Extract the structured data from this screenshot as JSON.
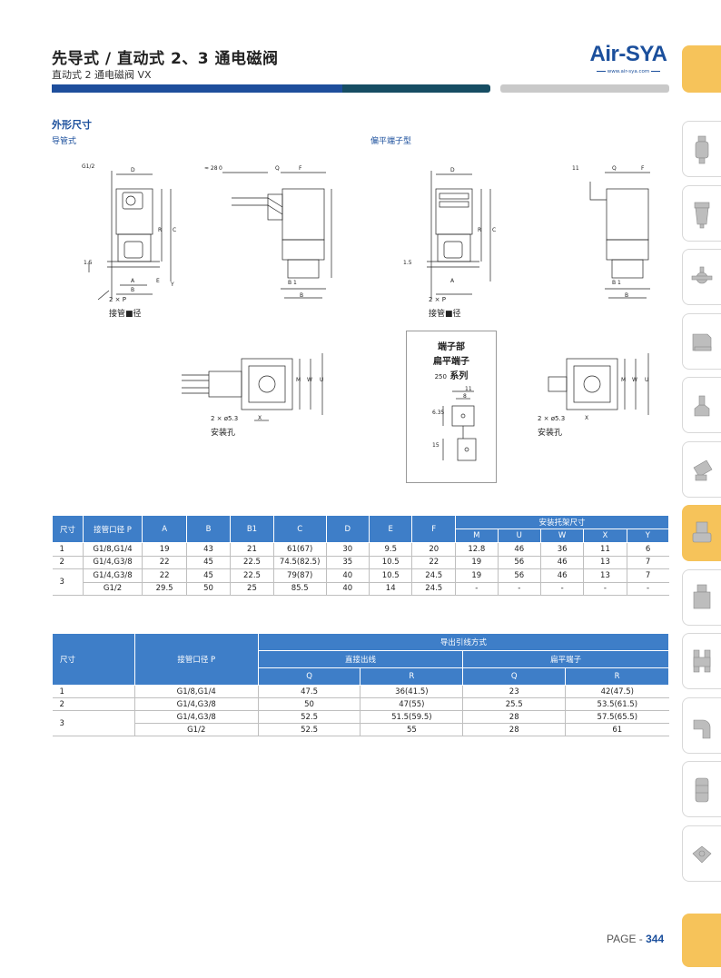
{
  "header": {
    "title": "先导式 / 直动式 2、3 通电磁阀",
    "subtitle": "直动式 2 通电磁阀 VX",
    "brand": "Air-SYA",
    "brand_url": "www.air-sya.com",
    "colors": {
      "blue": "#1e4e9c",
      "teal": "#164d63",
      "gray": "#c9c9c9",
      "tab_yellow": "#f6c35a",
      "table_header": "#3e7ec8"
    }
  },
  "section": {
    "title": "外形尺寸",
    "left_subtitle": "导管式",
    "right_subtitle": "偏平端子型"
  },
  "drawing_labels": {
    "g12": "G1/2",
    "d": "D",
    "approx28": "≈ 28",
    "zero": "0",
    "q": "Q",
    "f": "F",
    "eleven": "11",
    "r": "R",
    "c": "C",
    "e": "E",
    "y": "Y",
    "a": "A",
    "b": "B",
    "b1": "B 1",
    "m": "M",
    "w": "W",
    "u": "U",
    "x": "X",
    "one5": "1.5",
    "two_p": "2 × P",
    "pipe_dia": "接管■径",
    "mount_hole_size": "2 × ø5.3",
    "mount_hole": "安装孔",
    "terminal_title1": "端子部",
    "terminal_title2": "扁平端子",
    "terminal_size": "250",
    "terminal_series": "系列",
    "dim_11": "11",
    "dim_8": "8",
    "dim_635": "6.35",
    "dim_15": "15"
  },
  "table1": {
    "headers": [
      "尺寸",
      "接管口径 P",
      "A",
      "B",
      "B1",
      "C",
      "D",
      "E",
      "F"
    ],
    "group_header": "安装托架尺寸",
    "sub_headers": [
      "M",
      "U",
      "W",
      "X",
      "Y"
    ],
    "rows": [
      [
        "1",
        "G1/8,G1/4",
        "19",
        "43",
        "21",
        "61(67)",
        "30",
        "9.5",
        "20",
        "12.8",
        "46",
        "36",
        "11",
        "6"
      ],
      [
        "2",
        "G1/4,G3/8",
        "22",
        "45",
        "22.5",
        "74.5(82.5)",
        "35",
        "10.5",
        "22",
        "19",
        "56",
        "46",
        "13",
        "7"
      ],
      [
        "3",
        "G1/4,G3/8",
        "22",
        "45",
        "22.5",
        "79(87)",
        "40",
        "10.5",
        "24.5",
        "19",
        "56",
        "46",
        "13",
        "7"
      ],
      [
        "",
        "G1/2",
        "29.5",
        "50",
        "25",
        "85.5",
        "40",
        "14",
        "24.5",
        "-",
        "-",
        "-",
        "-",
        "-"
      ]
    ]
  },
  "table2": {
    "h_size": "尺寸",
    "h_port": "接管口径 P",
    "h_group": "导出引线方式",
    "h_direct": "直接出线",
    "h_flat": "扁平端子",
    "q": "Q",
    "r": "R",
    "rows": [
      [
        "1",
        "G1/8,G1/4",
        "47.5",
        "36(41.5)",
        "23",
        "42(47.5)"
      ],
      [
        "2",
        "G1/4,G3/8",
        "50",
        "47(55)",
        "25.5",
        "53.5(61.5)"
      ],
      [
        "3",
        "G1/4,G3/8",
        "52.5",
        "51.5(59.5)",
        "28",
        "57.5(65.5)"
      ],
      [
        "",
        "G1/2",
        "52.5",
        "55",
        "28",
        "61"
      ]
    ]
  },
  "footer": {
    "page_label": "PAGE - ",
    "page_number": "344"
  },
  "tab_icons": [
    "filter-regulator-icon",
    "filter-icon",
    "pressure-valve-icon",
    "cylinder-icon",
    "push-valve-icon",
    "actuator-icon",
    "solenoid-valve-icon",
    "pneumatic-valve-icon",
    "manifold-icon",
    "fitting-icon",
    "silencer-icon",
    "accessory-icon"
  ]
}
